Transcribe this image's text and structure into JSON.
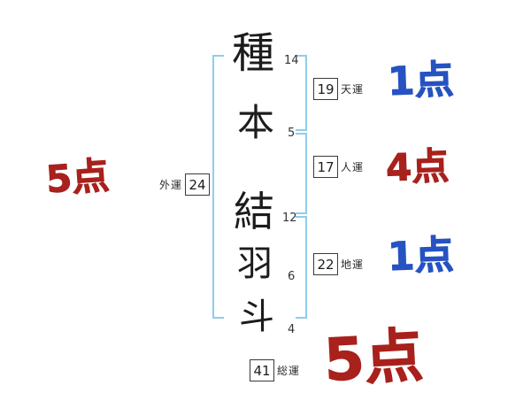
{
  "name_chars": [
    {
      "char": "種",
      "strokes": "14"
    },
    {
      "char": "本",
      "strokes": "5"
    },
    {
      "char": "結",
      "strokes": "12"
    },
    {
      "char": "羽",
      "strokes": "6"
    },
    {
      "char": "斗",
      "strokes": "4"
    }
  ],
  "fortunes": {
    "outer": {
      "value": "24",
      "label": "外運",
      "score": "5点"
    },
    "heaven": {
      "value": "19",
      "label": "天運",
      "score": "1点"
    },
    "person": {
      "value": "17",
      "label": "人運",
      "score": "4点"
    },
    "earth": {
      "value": "22",
      "label": "地運",
      "score": "1点"
    },
    "total": {
      "value": "41",
      "label": "総運",
      "score": "5点"
    }
  },
  "colors": {
    "score_red": "#a8211c",
    "score_blue": "#2652c2",
    "bracket_blue": "#8fcdec",
    "box_border": "#3a3a3a",
    "text": "#1c1c1c"
  }
}
